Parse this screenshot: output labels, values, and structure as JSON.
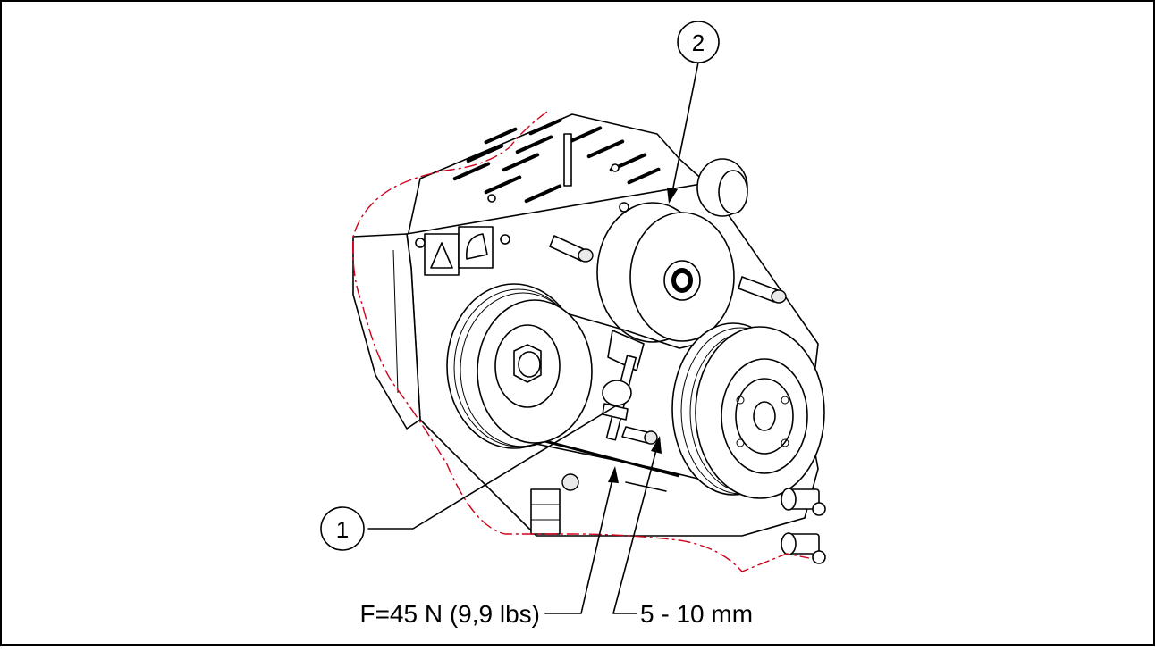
{
  "callouts": {
    "item1": "1",
    "item2": "2"
  },
  "labels": {
    "force": "F=45 N (9,9 lbs)",
    "deflection": "5 - 10 mm"
  },
  "colors": {
    "cut_line": "#d0021b",
    "ink": "#000000",
    "frame": "#000000"
  }
}
